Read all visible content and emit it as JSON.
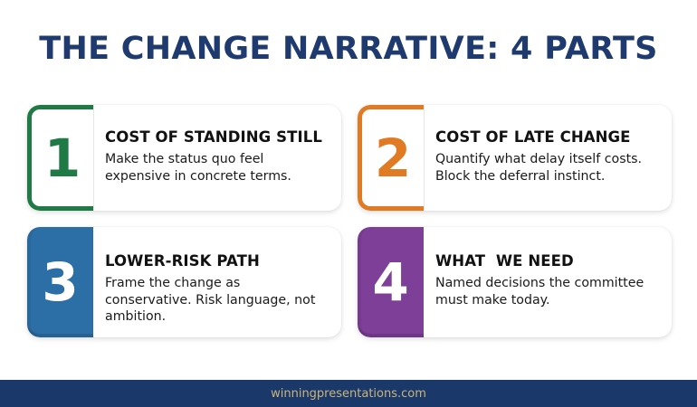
{
  "title": "THE CHANGE NARRATIVE: 4 PARTS",
  "colors": {
    "title": "#1e3a6e",
    "part1": "#1f7a45",
    "part2": "#e07b24",
    "part3": "#2c6fa6",
    "part4": "#7e3f98",
    "footer_bg": "#1b386b",
    "footer_text": "#c9b57a"
  },
  "parts": [
    {
      "number": "1",
      "heading": "COST OF STANDING STILL",
      "body": "Make the status quo feel expensive in concrete terms.",
      "style": "outline"
    },
    {
      "number": "2",
      "heading": "COST OF LATE CHANGE",
      "body": "Quantify what delay itself costs. Block the deferral instinct.",
      "style": "outline"
    },
    {
      "number": "3",
      "heading": "LOWER-RISK PATH",
      "body": "Frame the change as conservative. Risk language, not ambition.",
      "style": "filled"
    },
    {
      "number": "4",
      "heading": "WHAT  WE NEED",
      "body": "Named decisions the committee must make today.",
      "style": "filled"
    }
  ],
  "footer": {
    "text": "winningpresentations.com"
  }
}
